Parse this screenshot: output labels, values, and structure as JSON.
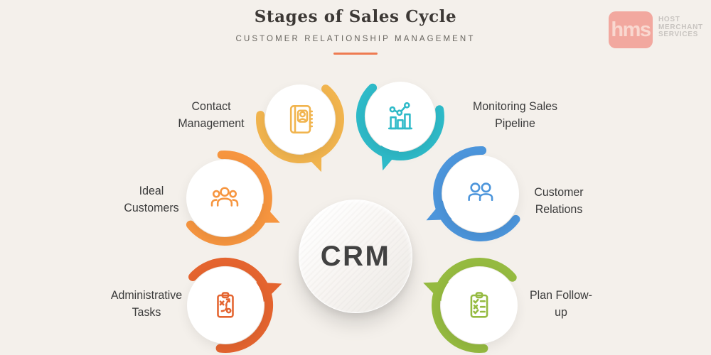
{
  "background_color": "#F4F0EB",
  "header": {
    "title": "Stages of Sales Cycle",
    "subtitle": "CUSTOMER RELATIONSHIP MANAGEMENT",
    "accent_color": "#EE7B51"
  },
  "logo": {
    "monogram": "hms",
    "name_lines": [
      "HOST",
      "MERCHANT",
      "SERVICES"
    ],
    "box_color": "#F2A89F",
    "text_color": "#C8C4C0"
  },
  "center": {
    "label": "CRM"
  },
  "stages": [
    {
      "id": "contact-management",
      "label": "Contact Management",
      "icon": "address-book-icon",
      "color": "#F1B44E"
    },
    {
      "id": "monitoring-sales-pipeline",
      "label": "Monitoring Sales Pipeline",
      "icon": "sales-chart-icon",
      "color": "#2EBAC8"
    },
    {
      "id": "ideal-customers",
      "label": "Ideal Customers",
      "icon": "people-group-icon",
      "color": "#F6953F"
    },
    {
      "id": "customer-relations",
      "label": "Customer Relations",
      "icon": "two-people-icon",
      "color": "#4C95DB"
    },
    {
      "id": "administrative-tasks",
      "label": "Administrative Tasks",
      "icon": "clipboard-strategy-icon",
      "color": "#E4642F"
    },
    {
      "id": "plan-follow-up",
      "label": "Plan Follow-up",
      "icon": "checklist-icon",
      "color": "#95BA40"
    }
  ]
}
